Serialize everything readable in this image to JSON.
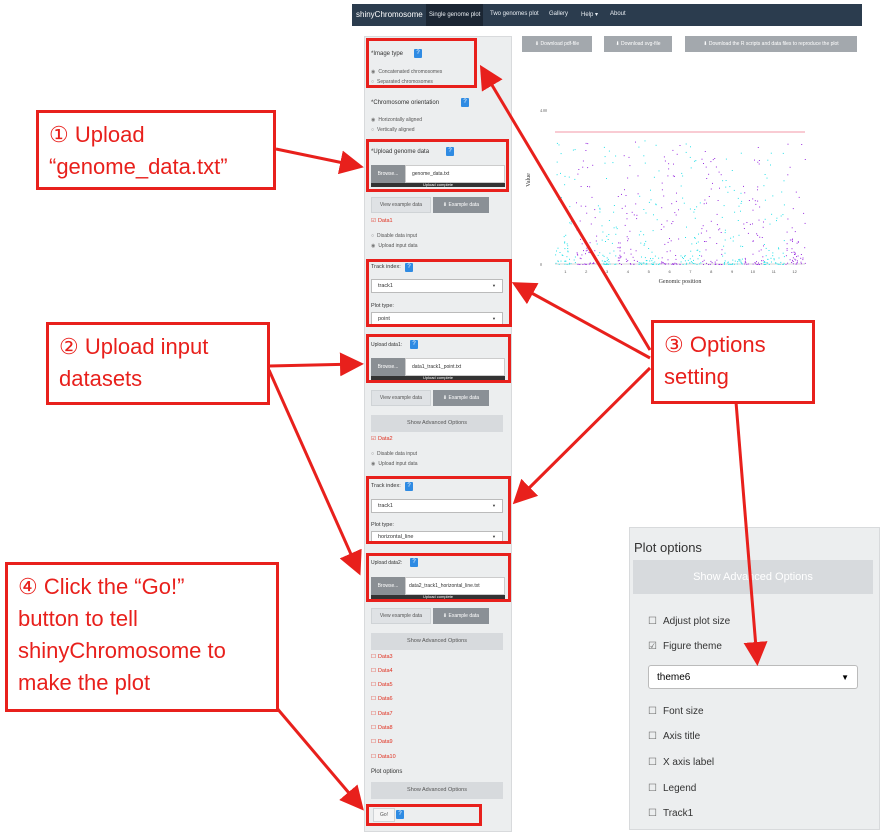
{
  "navbar": {
    "brand": "shinyChromosome",
    "tabs": [
      "Single genome plot",
      "Two genomes plot",
      "Gallery",
      "Help ▾",
      "About"
    ]
  },
  "sidebar": {
    "image_type_label": "*Image type",
    "image_type_options": [
      "Concatenated chromosomes",
      "Separated chromosomes"
    ],
    "orientation_label": "*Chromosome orientation",
    "orientation_options": [
      "Horizontally aligned",
      "Vertically aligned"
    ],
    "upload_genome_label": "*Upload genome data",
    "browse": "Browse...",
    "genome_file": "genome_data.txt",
    "upload_complete": "Upload complete",
    "view_example": "View example data",
    "example_data": "⬇ Example data",
    "data1": "Data1",
    "disable_input": "Disable data input",
    "upload_input": "Upload input data",
    "track_index_label": "Track index:",
    "track_value": "track1",
    "plot_type_label": "Plot type:",
    "plot_type_1": "point",
    "upload_data1_label": "Upload data1:",
    "data1_file": "data1_track1_point.txt",
    "show_advanced": "Show Advanced Options",
    "data2": "Data2",
    "plot_type_2": "horizontal_line",
    "upload_data2_label": "Upload data2:",
    "data2_file": "data2_track1_horizontal_line.txt",
    "more_data": [
      "Data3",
      "Data4",
      "Data5",
      "Data6",
      "Data7",
      "Data8",
      "Data9",
      "Data10"
    ],
    "plot_options": "Plot options",
    "go": "Go!",
    "help_glyph": "?"
  },
  "downloads": {
    "pdf": "⬇ Download pdf-file",
    "svg": "⬇ Download svg-file",
    "scripts": "⬇ Download the R scripts and data files to reproduce the plot"
  },
  "plot": {
    "ylabel": "Value",
    "xlabel": "Genomic position",
    "ytick_top": "4.00",
    "ytick_bottom": "0",
    "chromosomes": [
      "1",
      "2",
      "3",
      "4",
      "5",
      "6",
      "7",
      "8",
      "9",
      "10",
      "11",
      "12"
    ],
    "colors": {
      "odd": "#9b30e0",
      "even": "#28e0e8",
      "threshold": "#e83050"
    }
  },
  "callouts": {
    "c1": "① Upload\n“genome_data.txt”",
    "c2": "② Upload input\ndatasets",
    "c3": "③ Options\nsetting",
    "c4": "④ Click the “Go!”\nbutton to tell\nshinyChromosome to\nmake the plot"
  },
  "inset": {
    "title": "Plot options",
    "show_advanced": "Show Advanced Options",
    "items": [
      "Adjust plot size",
      "Figure theme",
      "Font size",
      "Axis title",
      "X axis label",
      "Legend",
      "Track1"
    ],
    "theme_value": "theme6"
  },
  "accent": "#e8201c"
}
